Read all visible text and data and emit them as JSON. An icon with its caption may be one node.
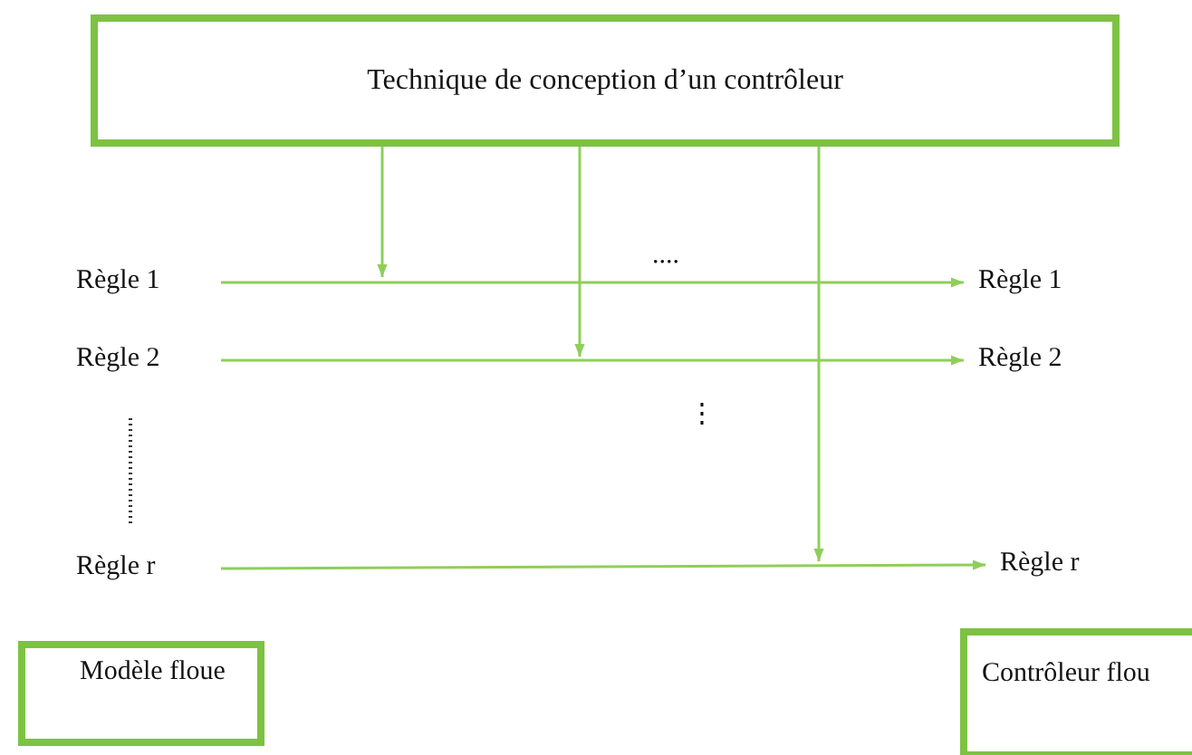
{
  "diagram": {
    "nodes": [
      {
        "text": [
          "Technique de conception d’un contrôleur"
        ]
      },
      {
        "text": [
          "Règle 1"
        ]
      },
      {
        "text": [
          "Règle 1"
        ]
      },
      {
        "text": [
          "Règle 2"
        ]
      },
      {
        "text": [
          "Règle 2"
        ]
      },
      {
        "text": [
          "Règle r"
        ]
      },
      {
        "text": [
          "Règle r"
        ]
      },
      {
        "text": [
          "Modèle floue"
        ]
      },
      {
        "text": [
          "Contrôleur flou"
        ]
      }
    ],
    "edges": [
      {
        "from": 1,
        "to": 2,
        "arrow": "to"
      },
      {
        "from": 3,
        "to": 4,
        "arrow": "to"
      },
      {
        "from": 5,
        "to": 6,
        "arrow": "to"
      },
      {
        "from": 0,
        "to": null,
        "arrow": "to"
      },
      {
        "from": 0,
        "to": null,
        "arrow": "to"
      },
      {
        "from": 0,
        "to": null,
        "arrow": "to"
      }
    ],
    "labels": [
      "....",
      "⋮"
    ]
  }
}
